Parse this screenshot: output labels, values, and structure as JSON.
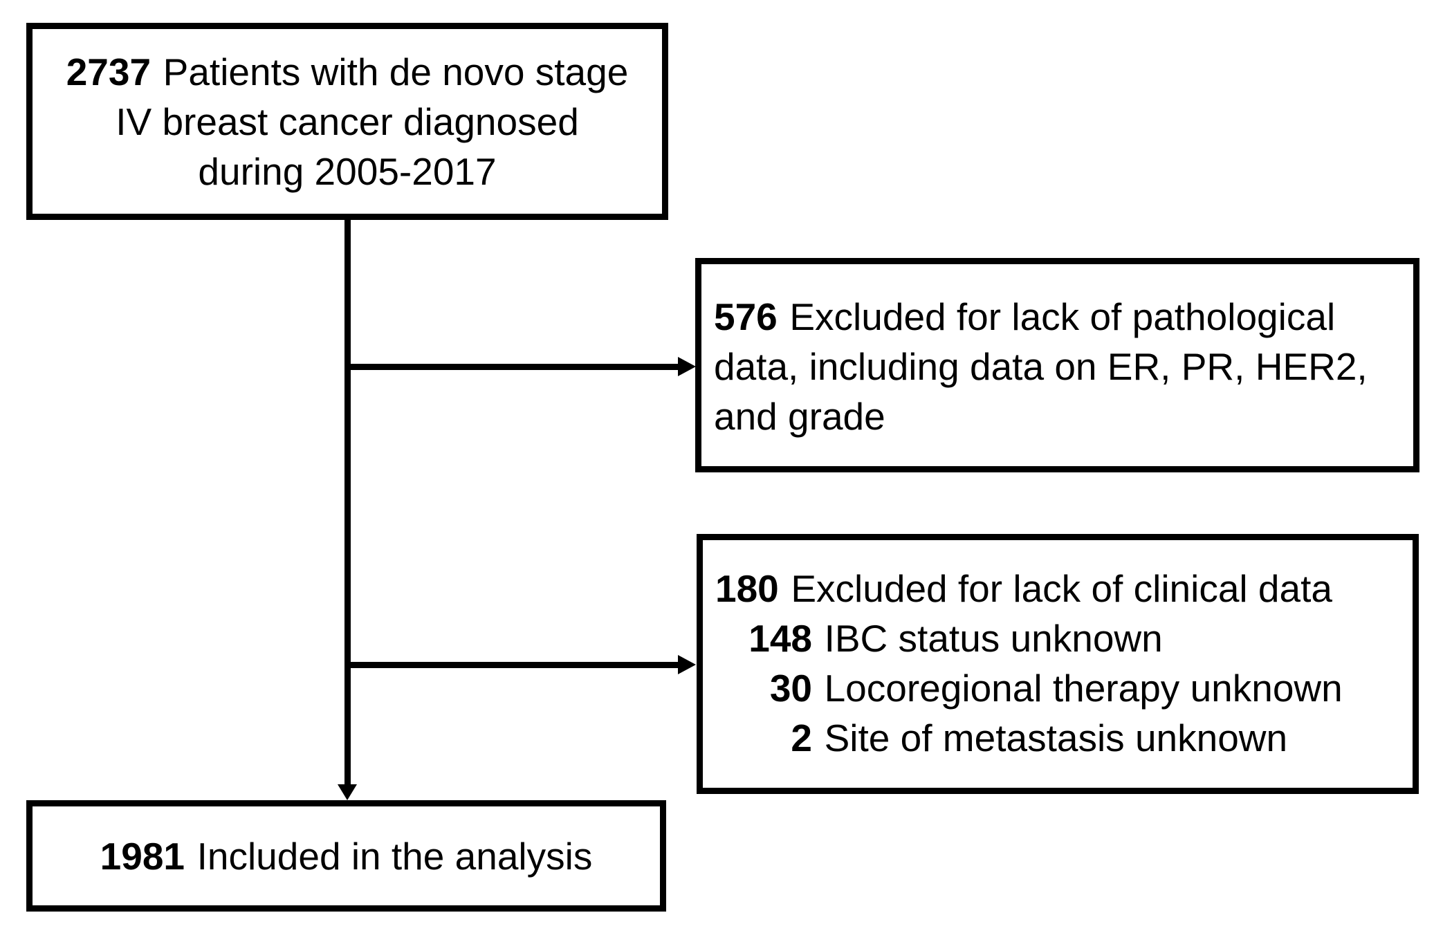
{
  "flowchart": {
    "colors": {
      "line": "#000000",
      "text": "#000000",
      "box_background": "#ffffff",
      "page_background": "#ffffff"
    },
    "initial_cohort": {
      "number": "2737",
      "line1": "Patients with de novo stage",
      "line2": "IV breast cancer diagnosed",
      "line3": "during 2005-2017"
    },
    "excluded_pathological": {
      "number": "576",
      "line1": "Excluded for lack of pathological",
      "line2": "data, including data on ER, PR, HER2,",
      "line3": "and grade"
    },
    "excluded_clinical": {
      "number": "180",
      "title": "Excluded for lack of clinical data",
      "sub_items": [
        {
          "number": "148",
          "label": "IBC status unknown"
        },
        {
          "number": "30",
          "label": "Locoregional therapy unknown"
        },
        {
          "number": "2",
          "label": "Site of metastasis unknown"
        }
      ]
    },
    "included": {
      "number": "1981",
      "label": "Included in the analysis"
    }
  }
}
